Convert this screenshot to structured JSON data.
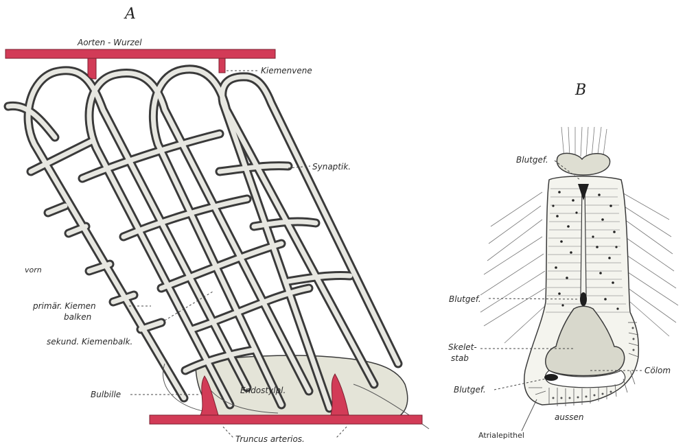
{
  "panels": {
    "a_letter": "A",
    "b_letter": "B"
  },
  "labels_a": {
    "aorten_wurzel": "Aorten - Wurzel",
    "kiemenvene": "Kiemenvene",
    "synaptik": "Synaptik.",
    "vorn": "vorn",
    "primaer_kiemen_1": "primär. Kiemen",
    "primaer_kiemen_2": "balken",
    "sekund_kiemenbalk": "sekund. Kiemenbalk.",
    "bulbille": "Bulbille",
    "endostylpl": "Endostylpl.",
    "truncus_arterios": "Truncus arterios."
  },
  "labels_b": {
    "blutgef_top": "Blutgef.",
    "blutgef_mid": "Blutgef.",
    "skelet_1": "Skelet-",
    "skelet_2": "stab",
    "coelom": "Cölom",
    "blutgef_bottom": "Blutgef.",
    "aussen": "aussen",
    "atrialepithel": "Atrialepithel"
  },
  "colors": {
    "vessel_red": "#d23b57",
    "tissue_fill": "#deded2",
    "ink": "#2a2a2a"
  }
}
